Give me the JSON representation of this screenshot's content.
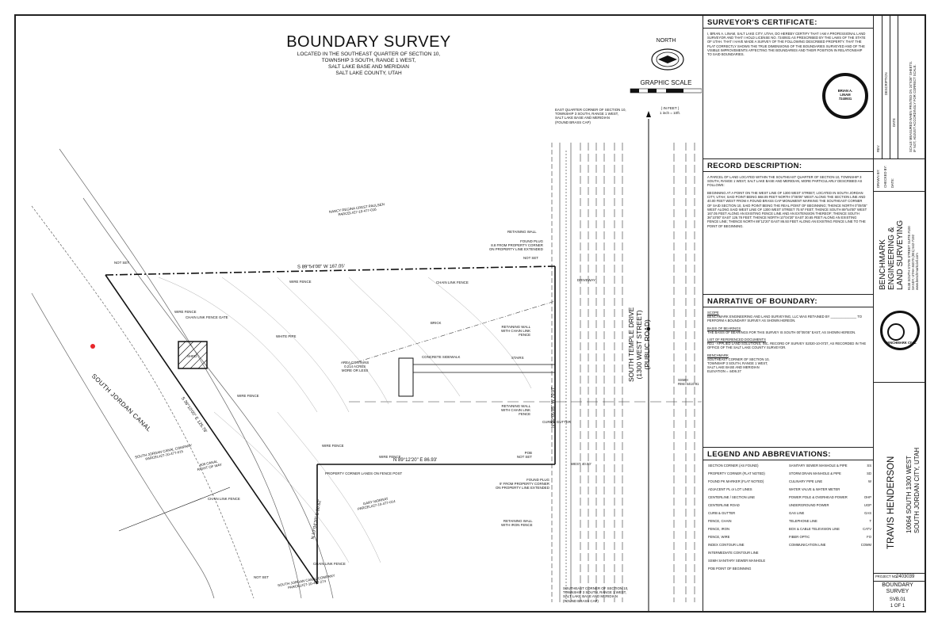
{
  "drawing": {
    "title": "BOUNDARY SURVEY",
    "subtitle": "LOCATED IN THE SOUTHEAST QUARTER OF SECTION 10,\nTOWNSHIP 3 SOUTH, RANGE 1 WEST,\nSALT LAKE BASE AND MERIDIAN\nSALT LAKE COUNTY, UTAH",
    "north_label": "NORTH",
    "graphic_scale_label": "GRAPHIC SCALE",
    "scale_note": "( IN FEET )\n1 inch = 10ft.",
    "canal_label": "SOUTH JORDAN CANAL",
    "road_name": "SOUTH TEMPLE DRIVE",
    "road_name_2": "(1300 WEST STREET)",
    "road_public": "(PUBLIC ROAD)",
    "bearing_north": "S 89°54'00\" W  167.05'",
    "bearing_south": "N 89°12'20\" E  86.93'",
    "bearing_east": "N 00°05'05\" W  70.97'",
    "bearing_west_1": "S 36°10'00\" E  126.78'",
    "bearing_west_2": "N 10°04'20\" E  30.62'",
    "area_note": "AREA CONTAINS\n0.214 ACRES\nMORE OR LESS",
    "shed": "SHED",
    "concrete_sidewalk": "CONCRETE SIDEWALK",
    "notes": {
      "east_quarter": "EAST QUARTER CORNER OF SECTION 10,\nTOWNSHIP 3 SOUTH, RANGE 1 WEST,\nSALT LAKE BASE AND MERIDIAN\n(FOUND BRASS CAP)",
      "southeast_corner": "SOUTHEAST CORNER OF SECTION 10,\nTOWNSHIP 3 SOUTH, RANGE 1 WEST,\nSALT LAKE BASE AND MERIDIAN\n(FOUND BRASS CAP)",
      "parcel_1": "NANCY REGINA CREST PAULSEN\nPARCEL#27-10-477-016",
      "parcel_2": "SOUTH JORDAN CANAL COMPANY\nPARCEL#27-10-477-015",
      "parcel_3": "GARY MORRAT\nPARCEL#27-10-477-014",
      "parcel_4": "SOUTH JORDAN CANAL COMPANY\nPARCEL#27-10-477-274",
      "canal_row": "60ft CANAL\nRIGHT OF WAY",
      "found_plug_1": "FOUND PLUG\n8.8 FROM PROPERTY CORNER\nON PROPERTY LINE EXTENDED",
      "found_plug_2": "FOUND PLUG\n9' FROM PROPERTY CORNER\nON PROPERTY LINE EXTENDED",
      "retaining_wall": "RETAINING WALL",
      "retaining_wall_chain": "RETAINING WALL\nWITH CHAIN LINK\nFENCE",
      "retaining_wall_chain_2": "RETAINING WALL\nWITH CHAIN LINK\nFENCE",
      "retaining_wall_iron": "RETAINING WALL\nWITH IRON FENCE",
      "not_set_1": "NOT SET",
      "not_set_2": "NOT SET",
      "not_set_3": "NOT SET",
      "pob": "POB\nNOT SET",
      "wire_fence_1": "WIRE FENCE",
      "wire_fence_2": "WIRE FENCE",
      "wire_fence_3": "WIRE FENCE",
      "wire_fence_4": "WIRE FENCE",
      "wire_fence_5": "WIRE FENCE",
      "chain_link_fence": "CHAIN LINK FENCE",
      "chain_link_fence_2": "CHAIN LINK FENCE",
      "chain_link_fence_3": "CHAIN LINK FENCE",
      "chain_link_gate": "CHAIN LINK FENCE GATE",
      "white_pipe": "WHITE PIPE",
      "property_corner_lands": "PROPERTY CORNER LANDS ON FENCE POST",
      "driveway": "DRIVEWAY",
      "stairs": "STAIRS",
      "curb_gutter": "CURB & GUTTER",
      "ssmh": "SSMH\nRIM=4410.91",
      "west_40": "WEST 40.00'",
      "brick": "BRICK"
    }
  },
  "surveyor_certificate": {
    "heading": "SURVEYOR'S CERTIFICATE:",
    "body": "I, BRIAN A. LINAM, SALT LAKE CITY, UTAH, DO HEREBY CERTIFY THAT I AM A PROFESSIONAL LAND SURVEYOR AND THAT I HOLD LICENSE NO. 7240931 AS PRESCRIBED BY THE LAWS OF THE STATE OF UTAH. THAT I HAVE MADE A SURVEY OF THE FOLLOWING DESCRIBED PROPERTY. THAT THE PLAT CORRECTLY SHOWS THE TRUE DIMENSIONS OF THE BOUNDARIES SURVEYED AND OF THE VISIBLE IMPROVEMENTS AFFECTING THE BOUNDARIES AND THEIR POSITION IN RELATIONSHIP TO SAID BOUNDARIES.",
    "seal_text": "BRIAN A.\nLINAM\n7240931"
  },
  "record_description": {
    "heading": "RECORD DESCRIPTION:",
    "p1": "A PARCEL OF LAND LOCATED WITHIN THE SOUTHEAST QUARTER OF SECTION 10, TOWNSHIP 3 SOUTH, RANGE 1 WEST, SALT LAKE BASE AND MERIDIAN, MORE PARTICULARLY DESCRIBED AS FOLLOWS:",
    "p2": "BEGINNING AT A POINT ON THE WEST LINE OF 1300 WEST STREET, LOCATED IN SOUTH JORDAN CITY, UTAH; SAID POINT BEING 668.09 FEET NORTH 0°05'05\" WEST ALONG THE SECTION LINE AND 40.00 FEET WEST FROM A FOUND BRASS CAP MONUMENT MARKING THE SOUTHEAST CORNER OF SAID SECTION 10, SAID POINT BEING THE REAL POINT OF BEGINNING; THENCE NORTH 0°05'05\" WEST ALONG SAID WEST LINE OF 1300 WEST STREET 70.97 FEET; THENCE SOUTH 89°54'00\" WEST 167.05 FEET ALONG AN EXISTING FENCE LINE AND AN EXTENSION THEREOF; THENCE SOUTH 36°10'00\" EAST 126.78 FEET; THENCE NORTH 10°04'20\" EAST 30.65 FEET ALONG AN EXISTING FENCE LINE; THENCE NORTH 89°12'20\" EAST 86.93 FEET ALONG AN EXISTING FENCE LINE TO THE POINT OF BEGINNING."
  },
  "narrative": {
    "heading": "NARRATIVE OF BOUNDARY:",
    "scope_h": "SCOPE",
    "scope": "BENCHMARK ENGINEERING AND LAND SURVEYING, LLC WAS RETAINED BY ______________ TO PERFORM A BOUNDARY SURVEY AS SHOWN HEREON.",
    "basis_h": "BASIS OF BEARINGS",
    "basis": "THE BASIS OF BEARINGS FOR THIS SURVEY IS SOUTH 00°05'05\" EAST, AS SHOWN HEREON.",
    "refs_h": "LIST OF REFERENCED DOCUMENTS",
    "refs": "RD1 - APPLIED LAND SOLUTIONS, INC. RECORD OF SURVEY S2020-10-0737, AS RECORDED IN THE OFFICE OF THE SALT LAKE COUNTY SURVEYOR.",
    "bench_h": "BENCHMARK",
    "bench": "SOUTHEAST CORNER OF SECTION 10,\nTOWNSHIP 3 SOUTH, RANGE 1 WEST,\nSALT LAKE BASE AND MERIDIAN\nELEVATION = 4406.37"
  },
  "legend": {
    "heading": "LEGEND AND ABBREVIATIONS:",
    "left": [
      "SECTION CORNER (AS FOUND)",
      "PROPERTY CORNER (FLAT NOTED)",
      "FOUND PK MARKER (FLAT NOTED)",
      "ADJACENT PL or LOT LINES",
      "CENTERLINE / SECTION LINE",
      "CENTERLINE ROAD",
      "CURB & GUTTER",
      "FENCE, CHAIN",
      "FENCE, IRON",
      "FENCE, WIRE",
      "INDEX CONTOUR LINE",
      "INTERMEDIATE CONTOUR LINE",
      "SSMH   SANITARY SEWER MANHOLE",
      "POB    POINT OF BEGINNING"
    ],
    "right": [
      "SANITARY SEWER MANHOLE & PIPE",
      "STORM DRAIN MANHOLE & PIPE",
      "CULINARY PIPE LINE",
      "WATER VALVE & WATER METER",
      "POWER POLE & OVERHEAD POWER",
      "UNDERGROUND POWER",
      "GAS LINE",
      "TELEPHONE LINE",
      "BOX & CABLE TELEVISION LINE",
      "FIBER OPTIC",
      "COMMUNICATION LINE"
    ],
    "right_codes": [
      "SS",
      "SD",
      "W",
      "",
      "OHP",
      "UGP",
      "GAS",
      "T",
      "CATV",
      "FO",
      "COMM"
    ]
  },
  "title_block": {
    "revision_header": "DESCRIPTION",
    "date_header": "DATE",
    "rev_header": "REV",
    "firm_1": "BENCHMARK",
    "firm_2": "ENGINEERING &",
    "firm_3": "LAND SURVEYING",
    "firm_address": "9138 SOUTH STATE STREET SUITE #100\nSANDY, UTAH 84070 (801) 542-7192\nwww.benchmarkcivil.com",
    "logo_text": "BENCHMARK CIVIL",
    "client": "TRAVIS HENDERSON",
    "site_1": "10064 SOUTH 1300 WEST",
    "site_2": "SOUTH JORDAN CITY, UTAH",
    "project_no_label": "PROJECT NO.",
    "project_no": "2403039",
    "sheet_title_1": "BOUNDARY",
    "sheet_title_2": "SURVEY",
    "sheet_id": "SVB.01",
    "sheet_count": "1 OF 1",
    "side_note": "SCALE MEASURED WHEN PRINTED ON 24\"X36\" SHEETS.\nIF NOT, ADJUST ACCORDINGLY FOR CORRECT SCALE.",
    "drawn_by": "DRAWN BY:",
    "checked_by": "CHECKED BY:",
    "date_label": "DATE:"
  }
}
